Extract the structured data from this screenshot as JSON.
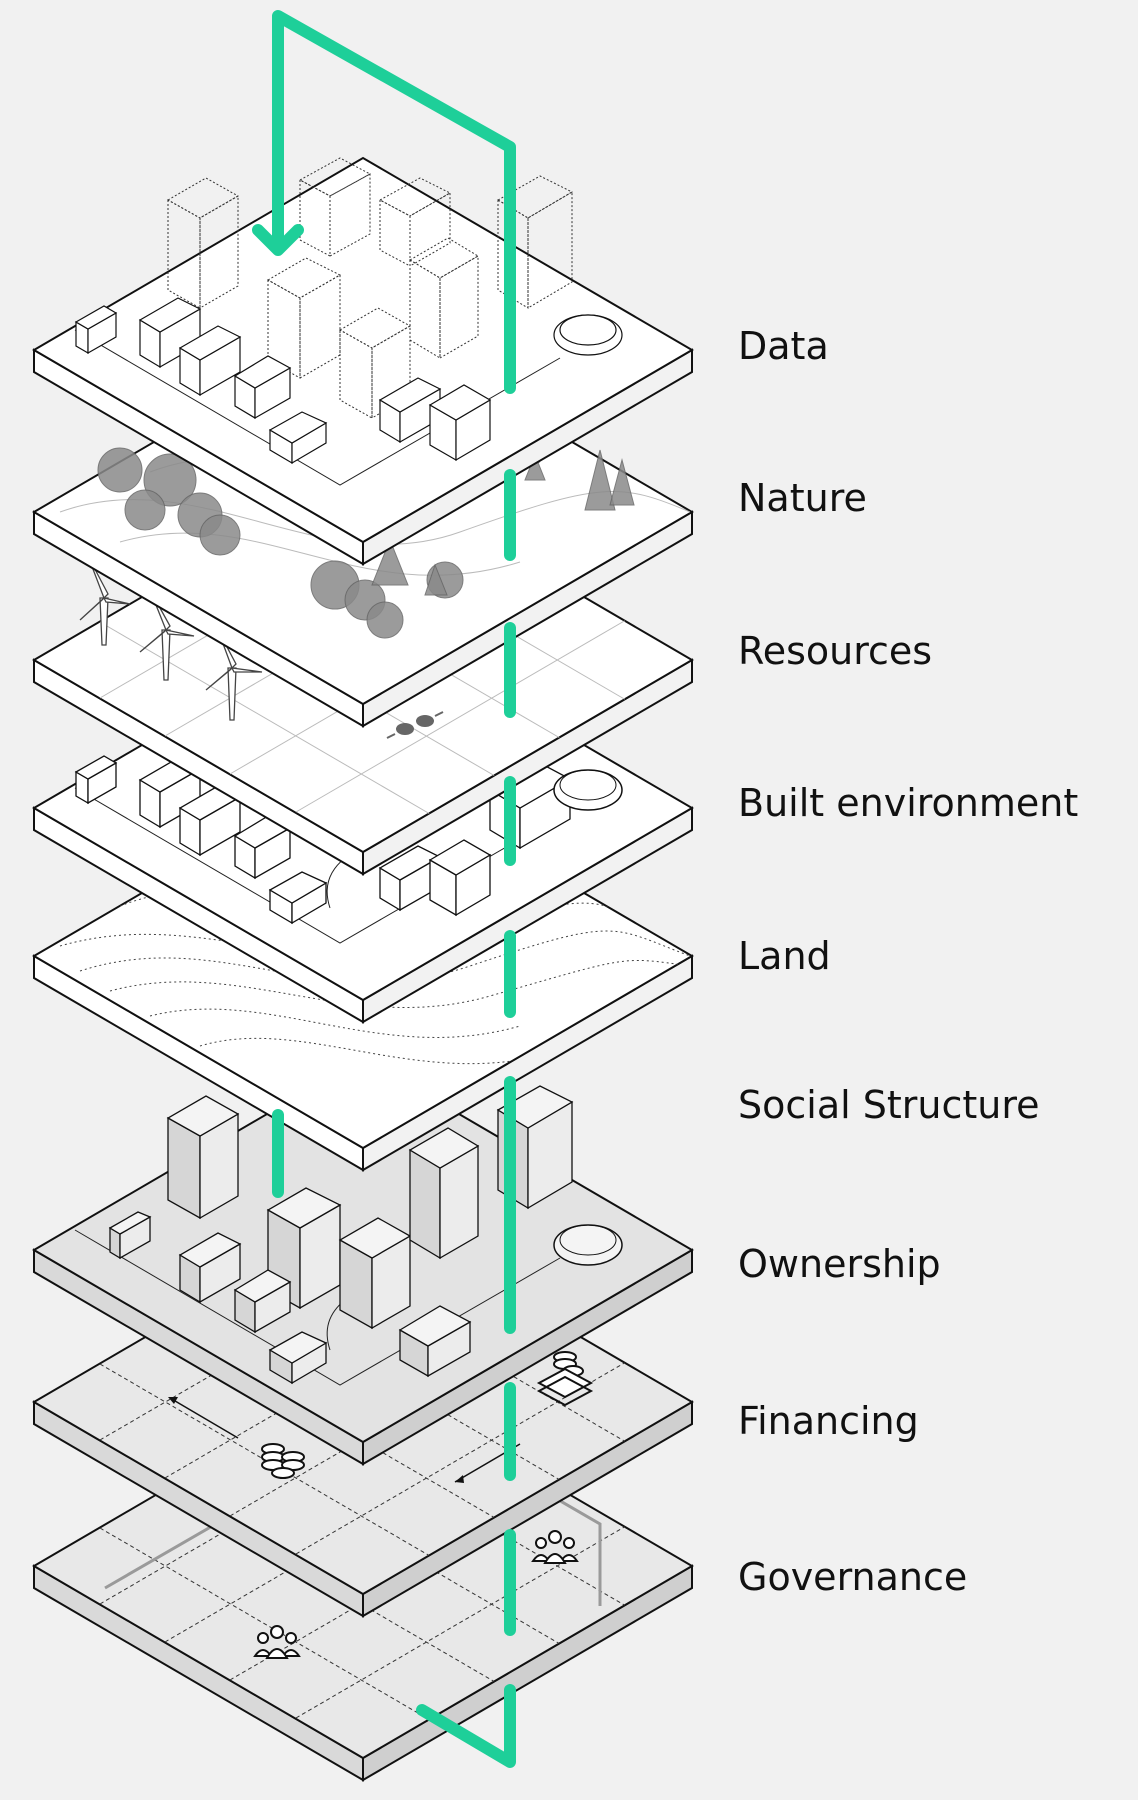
{
  "layers": [
    {
      "label": "Data"
    },
    {
      "label": "Nature"
    },
    {
      "label": "Resources"
    },
    {
      "label": "Built environment"
    },
    {
      "label": "Land"
    },
    {
      "label": "Social Structure"
    },
    {
      "label": "Ownership"
    },
    {
      "label": "Financing"
    },
    {
      "label": "Governance"
    }
  ],
  "colors": {
    "background": "#f1f1f1",
    "accent": "#1ecf99",
    "plate_light": "#ffffff",
    "plate_dark": "#e6e6e6",
    "building_gray": "#e3e3e3",
    "tree_gray": "#8a8a8a"
  }
}
